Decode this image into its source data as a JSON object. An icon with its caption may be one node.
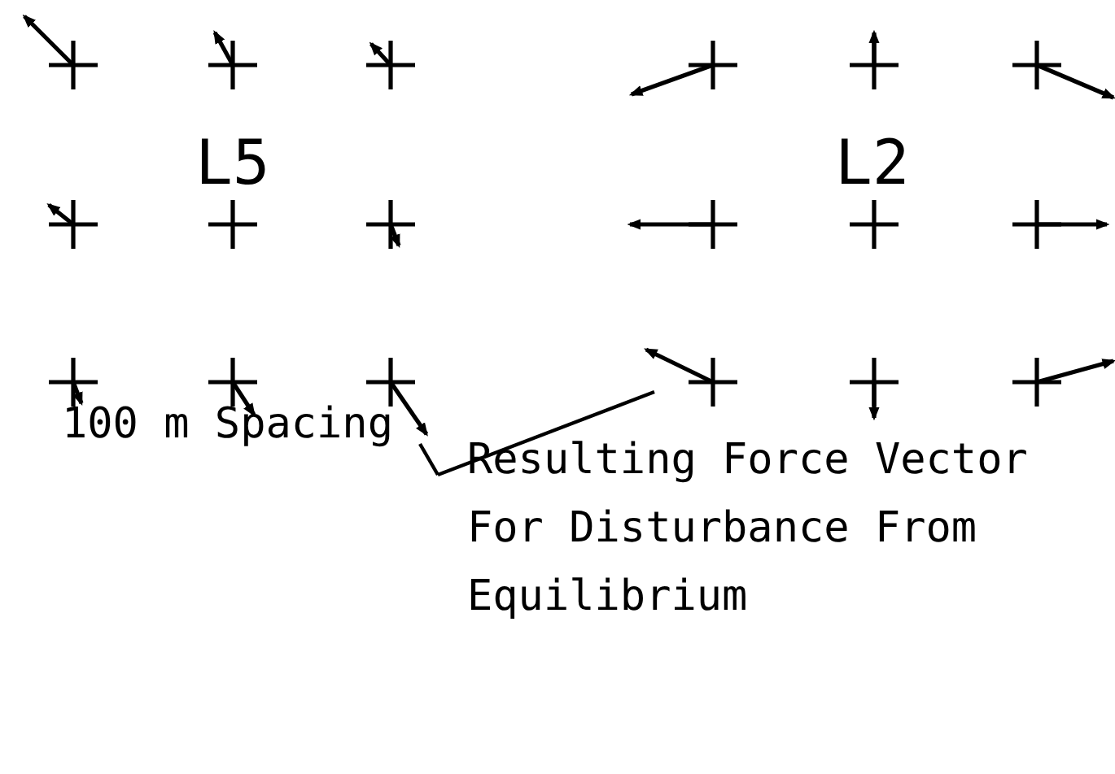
{
  "diagram": {
    "nodes": [
      {
        "text": [
          "Resulting Force Vector For Disturbance From Equilibrium"
        ]
      },
      {
        "text": [],
        "shape": "arrow"
      },
      {
        "text": [],
        "shape": "arrow"
      }
    ],
    "edges": [
      {
        "from": 0,
        "to": 1,
        "arrow": "none"
      },
      {
        "from": 0,
        "to": 2,
        "arrow": "none"
      }
    ],
    "labels": [
      "L5",
      "L2",
      "100 m Spacing"
    ]
  }
}
